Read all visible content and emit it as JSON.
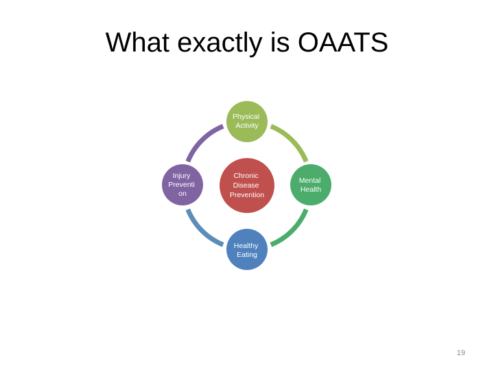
{
  "slide": {
    "title": "What exactly is OAATS",
    "page_number": "19"
  },
  "diagram": {
    "center": {
      "lines": [
        "Chronic",
        "Disease",
        "Prevention"
      ],
      "color": "#C0504D"
    },
    "nodes": [
      {
        "key": "top",
        "lines": [
          "Physical",
          "Activity"
        ],
        "color": "#9BBB59"
      },
      {
        "key": "right",
        "lines": [
          "Mental",
          "Health"
        ],
        "color": "#4BAC6C"
      },
      {
        "key": "bottom",
        "lines": [
          "Healthy",
          "Eating"
        ],
        "color": "#4F81BD"
      },
      {
        "key": "left",
        "lines": [
          "Injury",
          "Preventi",
          "on"
        ],
        "color": "#8064A2"
      }
    ],
    "ring_colors": {
      "top_to_right": "#9BBB59",
      "right_to_bottom": "#4BAC6C",
      "bottom_to_left": "#5B8DB8",
      "left_to_top": "#8064A2"
    }
  }
}
